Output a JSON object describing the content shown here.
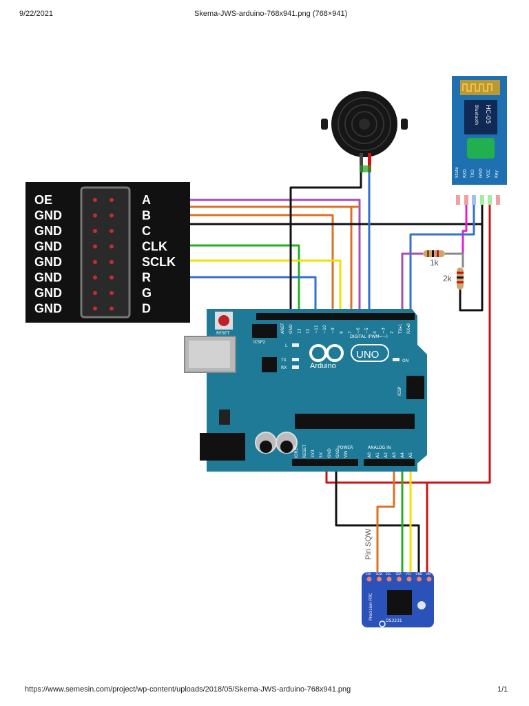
{
  "header": {
    "date": "9/22/2021",
    "title": "Skema-JWS-arduino-768x941.png (768×941)"
  },
  "footer": {
    "url": "https://www.semesin.com/project/wp-content/uploads/2018/05/Skema-JWS-arduino-768x941.png",
    "page": "1/1"
  },
  "panel": {
    "left_labels": [
      "OE",
      "GND",
      "GND",
      "GND",
      "GND",
      "GND",
      "GND",
      "GND"
    ],
    "right_labels": [
      "A",
      "B",
      "C",
      "CLK",
      "SCLK",
      "R",
      "G",
      "D"
    ]
  },
  "hc05": {
    "model": "HC-05",
    "sub": "Bluetooth",
    "pins": [
      "State",
      "RXD",
      "TXD",
      "GND",
      "VCC",
      "Key"
    ]
  },
  "resistors": {
    "r1": "1k",
    "r2": "2k"
  },
  "arduino": {
    "brand": "Arduino",
    "model": "UNO",
    "reset": "RESET",
    "icsp2": "ICSP2",
    "icsp": "ICSP",
    "on": "ON",
    "l": "L",
    "tx": "TX",
    "rx": "RX",
    "digital": "DIGITAL (PWM=~)",
    "power": "POWER",
    "analog": "ANALOG IN",
    "digital_pins": [
      "AREF",
      "GND",
      "13",
      "12",
      "~11",
      "~10",
      "~9",
      "8",
      "7",
      "~6",
      "~5",
      "4",
      "~3",
      "2",
      "TX▸1",
      "RX◂0"
    ],
    "power_pins": [
      "IOREF",
      "RESET",
      "3V3",
      "5V",
      "GND",
      "GND",
      "VIN"
    ],
    "analog_pins": [
      "A0",
      "A1",
      "A2",
      "A3",
      "A4",
      "A5"
    ]
  },
  "rtc": {
    "label": "Pin SQW",
    "chip": "DS3231",
    "board": "Precision RTC",
    "pins": [
      "32K",
      "SQW",
      "SCL",
      "SDA",
      "VCC",
      "GND",
      "VIN"
    ]
  },
  "colors": {
    "orange": "#e07020",
    "purple": "#a050b0",
    "green": "#20b020",
    "yellow": "#f0e000",
    "blue": "#3070d0",
    "red": "#d01010",
    "black": "#111111",
    "magenta": "#e020d0",
    "arduino": "#1f7a97",
    "rtc": "#2a52b8",
    "hc05": "#1e70b0"
  }
}
